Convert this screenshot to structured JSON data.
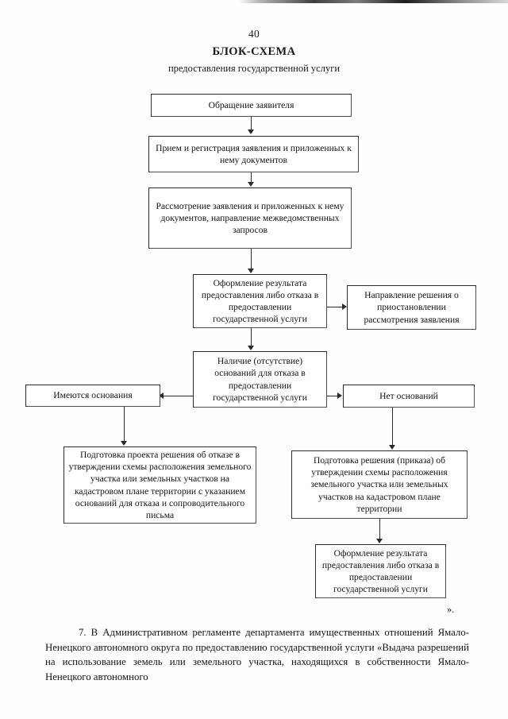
{
  "header": {
    "page_number": "40",
    "title": "БЛОК-СХЕМА",
    "subtitle": "предоставления государственной услуги"
  },
  "flowchart": {
    "nodes": [
      {
        "id": "applicant-request",
        "label": "Обращение заявителя"
      },
      {
        "id": "receive-register",
        "label": "Прием и регистрация заявления и приложенных к нему документов"
      },
      {
        "id": "review-documents",
        "label": "Рассмотрение заявления и приложенных к нему документов, направление межведомственных запросов"
      },
      {
        "id": "issue-result",
        "label": "Оформление результата предоставления либо отказа в предоставлении государственной услуги"
      },
      {
        "id": "suspension-decision",
        "label": "Направление решения о приостановлении рассмотрения заявления"
      },
      {
        "id": "grounds-check",
        "label": "Наличие (отсутствие) оснований для отказа в предоставлении государственной услуги"
      },
      {
        "id": "grounds-present",
        "label": "Имеются основания"
      },
      {
        "id": "grounds-absent",
        "label": "Нет оснований"
      },
      {
        "id": "refusal-draft",
        "label": "Подготовка проекта решения об отказе в утверждении схемы расположения земельного участка или земельных участков на кадастровом плане территории с указанием оснований для отказа и сопроводительного письма"
      },
      {
        "id": "approval-order",
        "label": "Подготовка решения (приказа) об утверждении схемы расположения земельного участка или земельных участков на кадастровом плане территории"
      },
      {
        "id": "issue-result-final",
        "label": "Оформление результата предоставления либо отказа в предоставлении государственной услуги"
      }
    ]
  },
  "closing_quote": "».",
  "body": {
    "paragraph": "7. В Административном регламенте департамента имущественных отношений Ямало-Ненецкого автономного округа по предоставлению государственной услуги «Выдача разрешений на использование земель или земельного участка, находящихся в собственности Ямало-Ненецкого автономного"
  }
}
